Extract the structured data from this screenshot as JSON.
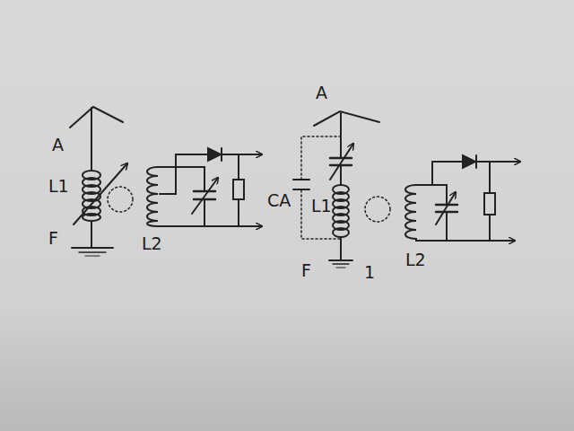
{
  "diagram": {
    "labels": [
      "A",
      "L1",
      "F",
      "L2",
      "A",
      "CA",
      "L1",
      "F",
      "1",
      "L2"
    ]
  }
}
